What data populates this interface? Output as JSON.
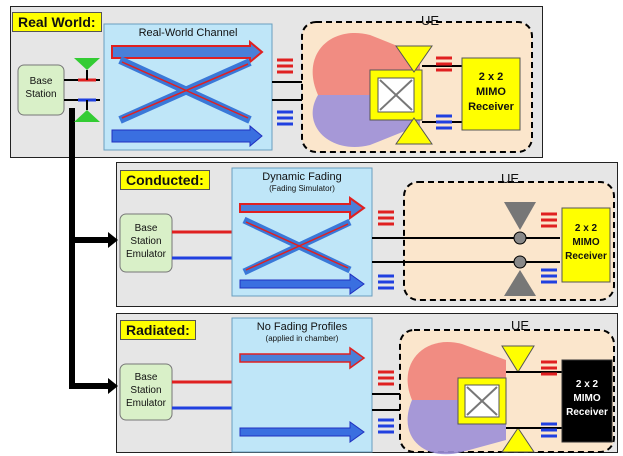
{
  "colors": {
    "tag": "#ffff00",
    "panel": "#e6e6e6",
    "channel": "#bfe6f8",
    "ue": "#fbe6cc",
    "base": "#d9f0c8",
    "red": "#e02020",
    "blue": "#2040e0",
    "mimo_yellow": "#ffff00",
    "mimo_black": "#000000"
  },
  "real": {
    "tag": "Real World:",
    "channel_title": "Real-World Channel",
    "base": [
      "Base",
      "Station"
    ],
    "ue_label": "UE",
    "mimo": [
      "2 x 2",
      "MIMO",
      "Receiver"
    ]
  },
  "conducted": {
    "tag": "Conducted:",
    "channel_title": "Dynamic Fading",
    "channel_sub": "(Fading Simulator)",
    "base": [
      "Base",
      "Station",
      "Emulator"
    ],
    "ue_label": "UE",
    "mimo": [
      "2 x 2",
      "MIMO",
      "Receiver"
    ]
  },
  "radiated": {
    "tag": "Radiated:",
    "channel_title": "No Fading Profiles",
    "channel_sub": "(applied in chamber)",
    "base": [
      "Base",
      "Station",
      "Emulator"
    ],
    "ue_label": "UE",
    "mimo": [
      "2 x 2",
      "MIMO",
      "Receiver"
    ]
  }
}
